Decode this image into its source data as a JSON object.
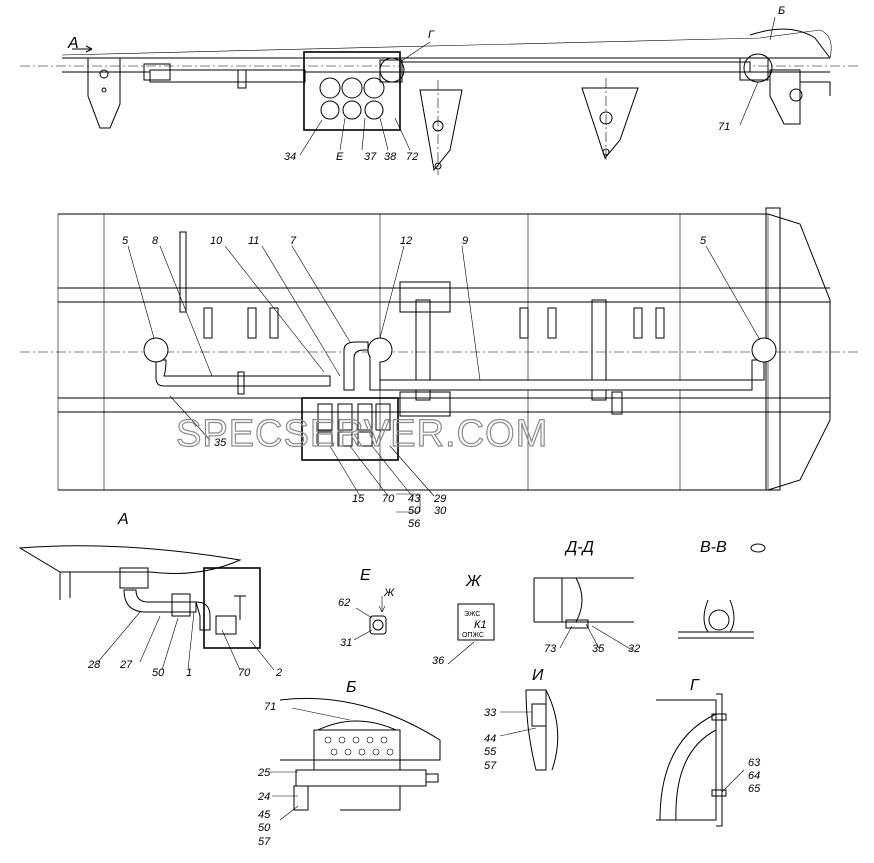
{
  "watermark": "SPECSERVER.COM",
  "view_labels": {
    "A": "А",
    "E": "Е",
    "Zh": "Ж",
    "DD": "Д-Д",
    "VV": "В-В",
    "B": "Б",
    "I": "И",
    "G": "Г"
  },
  "top_view": {
    "arrow_a": "А",
    "mark_b": "Б",
    "mark_g": "Г",
    "callouts": [
      "34",
      "Е",
      "37",
      "38",
      "72",
      "71"
    ]
  },
  "plan_view": {
    "callouts_top": [
      "5",
      "8",
      "10",
      "11",
      "7",
      "12",
      "9",
      "5"
    ],
    "callouts_bottom": [
      "35",
      "15",
      "70",
      "43",
      "50",
      "56",
      "29",
      "30"
    ]
  },
  "detail_a": {
    "callouts": [
      "28",
      "27",
      "50",
      "1",
      "70",
      "2"
    ]
  },
  "detail_e": {
    "arrow": "Ж",
    "callouts": [
      "62",
      "31"
    ]
  },
  "detail_zh": {
    "plate_top": "ЭЖС",
    "plate_mid": "К1",
    "plate_bot": "ОПЖС",
    "callouts": [
      "36"
    ]
  },
  "detail_dd": {
    "callouts": [
      "73",
      "35",
      "32"
    ]
  },
  "detail_b": {
    "callouts": [
      "71",
      "25",
      "24",
      "45",
      "50",
      "57"
    ]
  },
  "detail_i": {
    "callouts": [
      "33",
      "44",
      "55",
      "57"
    ]
  },
  "detail_g": {
    "callouts": [
      "63",
      "64",
      "65"
    ]
  }
}
